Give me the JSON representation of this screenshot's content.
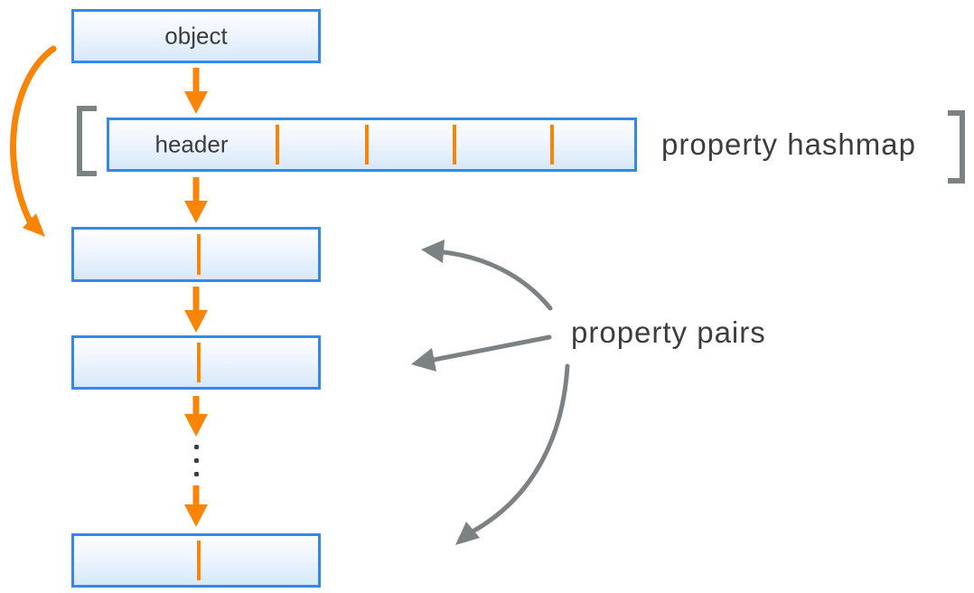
{
  "object_box": {
    "label": "object"
  },
  "hashmap": {
    "header_label": "header",
    "label": "property hashmap",
    "cells": 5,
    "divider_count": 4
  },
  "pairs": {
    "label": "property pairs",
    "visible_boxes": 3,
    "ellipsis_dots": 3
  },
  "colors": {
    "box_border": "#3489e8",
    "box_fill_top": "#fdfeff",
    "box_fill_bottom": "#d7e8fa",
    "orange": "#f88408",
    "gray": "#7c8184",
    "text": "#3d3d3d"
  }
}
